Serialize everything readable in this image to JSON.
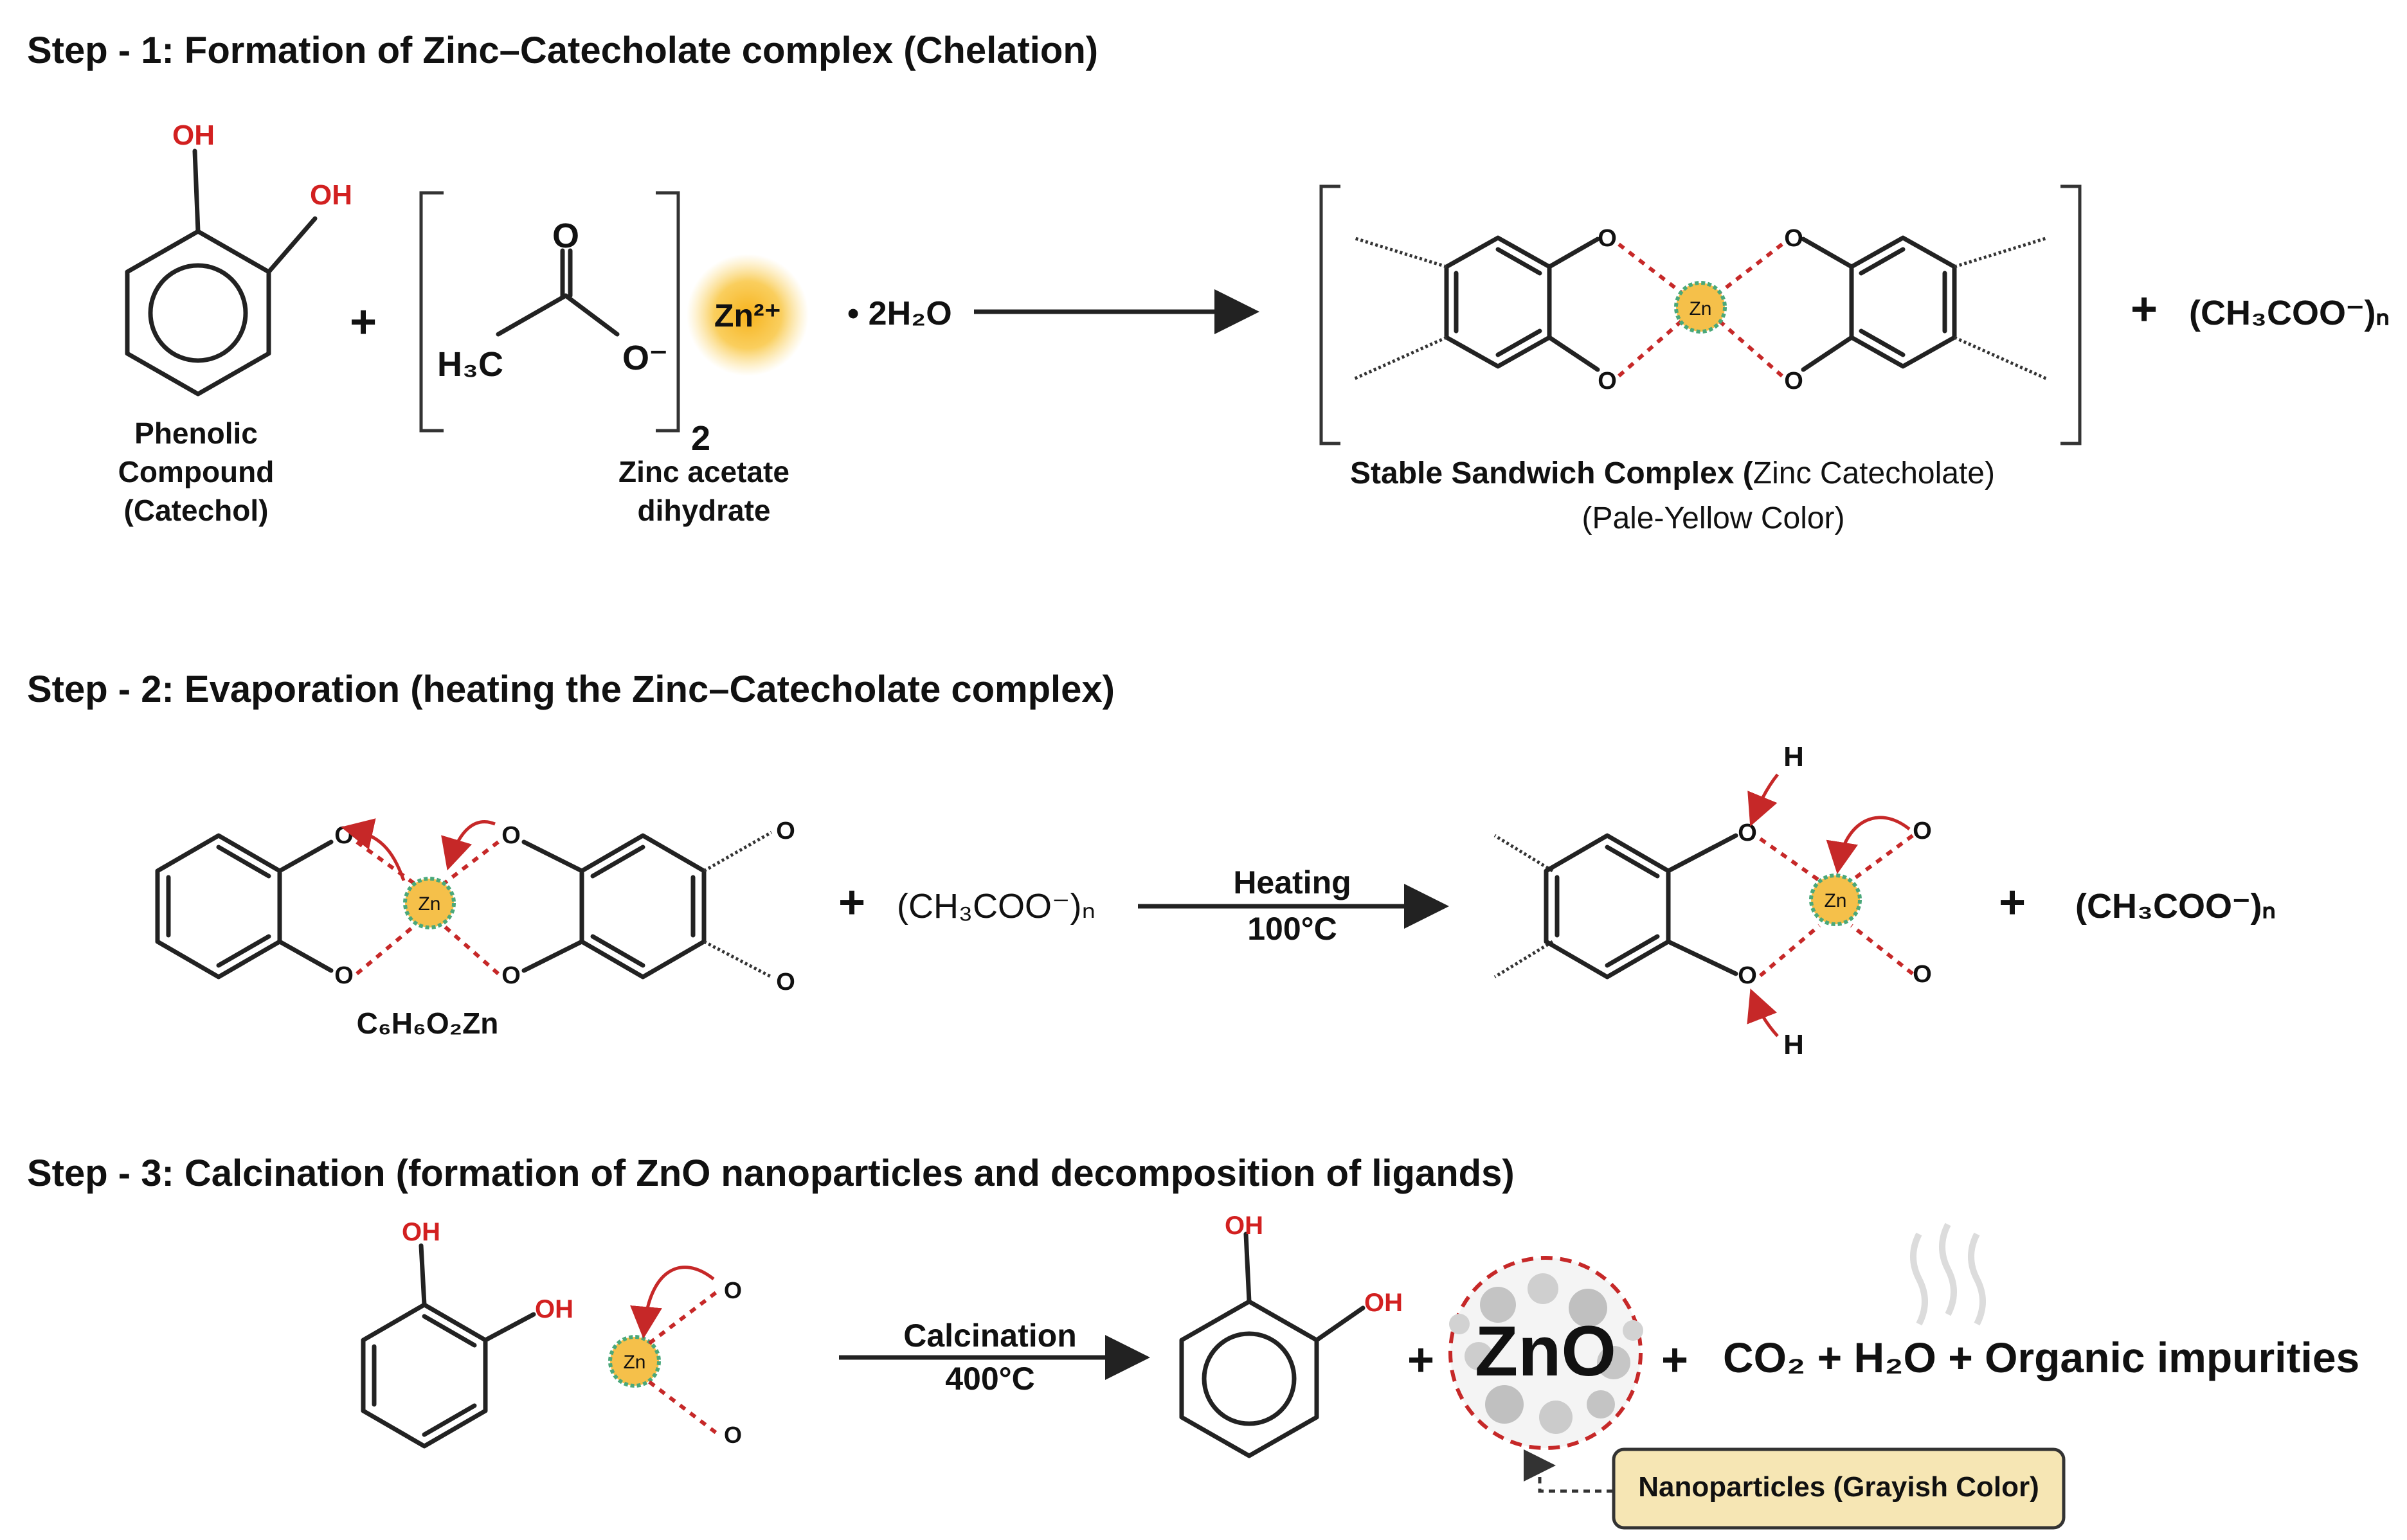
{
  "colors": {
    "red": "#d22020",
    "zinc_fill": "#f5c04a",
    "zinc_ring": "#4aa87a",
    "zinc_glow": "#f7b21b",
    "nano_box": "#f6e6b4",
    "nano_box_border": "#333333",
    "particle": "#bdbdbd"
  },
  "step1": {
    "title": "Step - 1:  Formation of Zinc–Catecholate complex (Chelation)",
    "oh_top": "OH",
    "oh_right": "OH",
    "phenolic_label_1": "Phenolic",
    "phenolic_label_2": "Compound",
    "phenolic_label_3": "(Catechol)",
    "plus_1": "+",
    "carbonyl_o": "O",
    "methyl": "H₃C",
    "carboxylate_o": "O⁻",
    "subscript_2": "2",
    "zinc_ion": "Zn²⁺",
    "hydrate": "• 2H₂O",
    "zinc_acetate_1": "Zinc acetate",
    "zinc_acetate_2": "dihydrate",
    "complex_o": "O",
    "complex_zn": "Zn",
    "plus_2": "+",
    "acetate": "(CH₃COO⁻)ₙ",
    "complex_label_bold": "Stable Sandwich Complex (",
    "complex_label_rest": "Zinc Catecholate)",
    "complex_color": "(Pale-Yellow Color)"
  },
  "step2": {
    "title": "Step - 2:  Evaporation (heating the Zinc–Catecholate complex)",
    "o": "O",
    "zn": "Zn",
    "formula": "C₆H₆O₂Zn",
    "plus_1": "+",
    "acetate_1": "(CH₃COO⁻)ₙ",
    "condition_1": "Heating",
    "condition_2": "100°C",
    "h": "H",
    "plus_2": "+",
    "acetate_2": "(CH₃COO⁻)ₙ"
  },
  "step3": {
    "title": "Step - 3:  Calcination (formation of ZnO nanoparticles and decomposition of ligands)",
    "oh": "OH",
    "o": "O",
    "zn": "Zn",
    "condition_1": "Calcination",
    "condition_2": "400°C",
    "plus_1": "+",
    "zno": "ZnO",
    "plus_2": "+",
    "byproducts": "CO₂ + H₂O + Organic impurities",
    "nano_label": "Nanoparticles (Grayish Color)",
    "heat_icon": "heat-waves-icon"
  }
}
